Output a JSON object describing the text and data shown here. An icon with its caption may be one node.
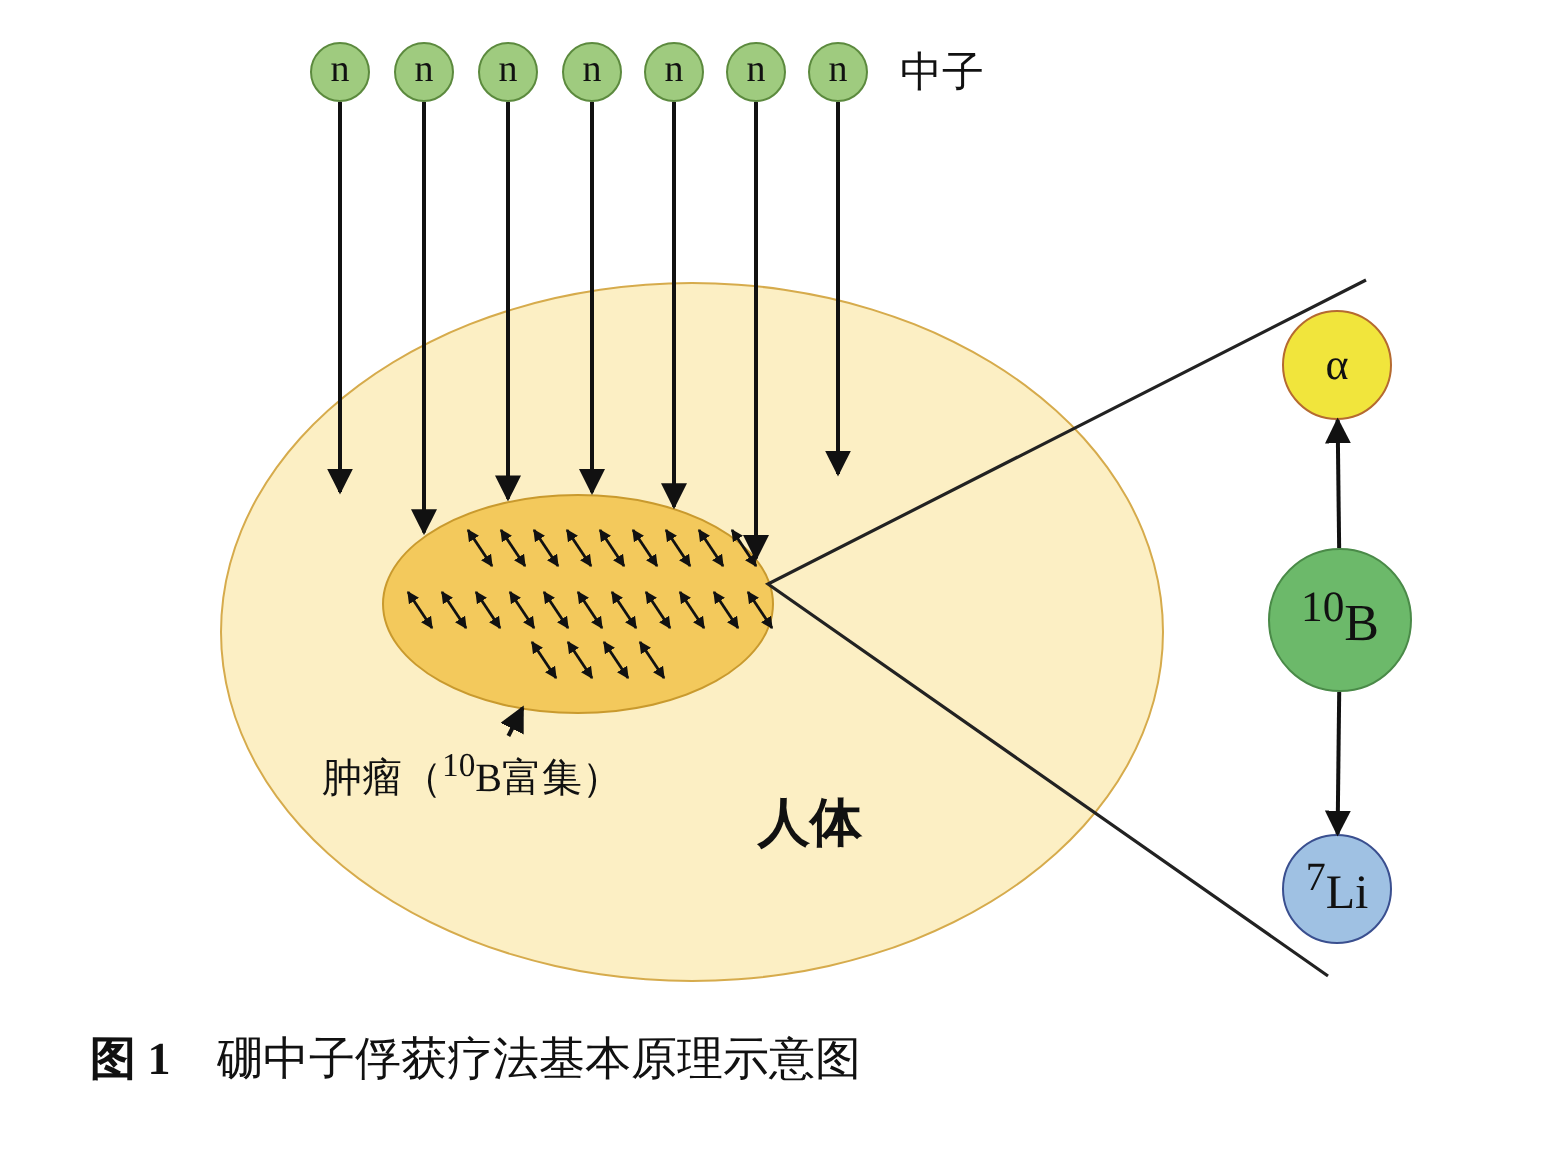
{
  "diagram": {
    "caption": "**图 1**　硼中子俘获疗法基本原理示意图",
    "nodes": [
      {
        "text": [
          "n"
        ]
      },
      {
        "text": [
          "n"
        ]
      },
      {
        "text": [
          "n"
        ]
      },
      {
        "text": [
          "n"
        ]
      },
      {
        "text": [
          "n"
        ]
      },
      {
        "text": [
          "n"
        ]
      },
      {
        "text": [
          "n"
        ]
      },
      {
        "text": [
          "人体"
        ]
      },
      {
        "text": [],
        "shape": "ellipse",
        "in": 7
      },
      {
        "text": [
          "肿瘤（$^{10}$B富集）"
        ],
        "in": 7
      },
      {
        "text": [
          "α"
        ]
      },
      {
        "text": [
          "$^{10}$B"
        ]
      },
      {
        "text": [
          "$^{7}$Li"
        ]
      }
    ],
    "edges": [
      {
        "from": 0,
        "to": 8,
        "arrow": "to"
      },
      {
        "from": 1,
        "to": 8,
        "arrow": "to"
      },
      {
        "from": 2,
        "to": 8,
        "arrow": "to"
      },
      {
        "from": 3,
        "to": 8,
        "arrow": "to"
      },
      {
        "from": 4,
        "to": 8,
        "arrow": "to"
      },
      {
        "from": 5,
        "to": 8,
        "arrow": "to"
      },
      {
        "from": 6,
        "to": null,
        "arrow": "to"
      },
      {
        "from": 9,
        "to": 8,
        "arrow": "to"
      },
      {
        "from": 11,
        "to": 10,
        "arrow": "to"
      },
      {
        "from": 11,
        "to": 12,
        "arrow": "to"
      }
    ],
    "labels": [
      "中子"
    ]
  }
}
